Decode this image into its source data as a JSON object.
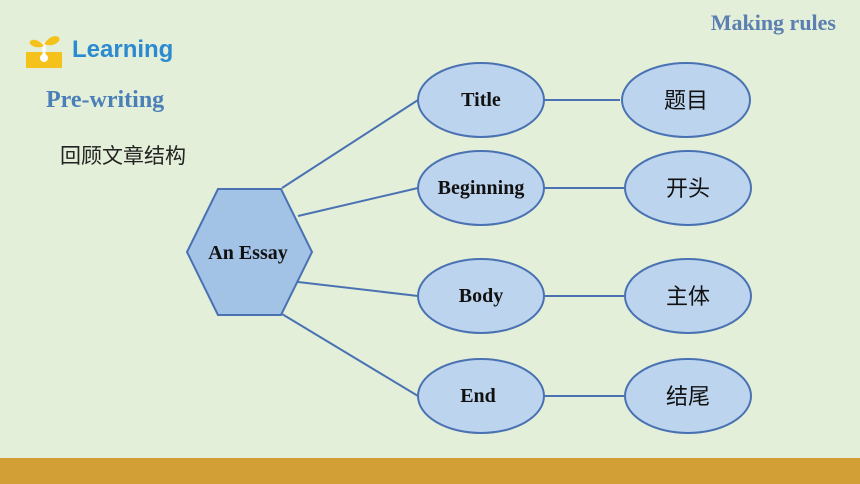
{
  "header": {
    "right_label": "Making rules"
  },
  "badge": {
    "label": "Learning",
    "icon": "sprout-icon"
  },
  "section": {
    "title": "Pre-writing",
    "subtitle": "回顾文章结构"
  },
  "diagram": {
    "center": "An Essay",
    "branches": [
      {
        "en": "Title",
        "cn": "题目"
      },
      {
        "en": "Beginning",
        "cn": "开头"
      },
      {
        "en": "Body",
        "cn": "主体"
      },
      {
        "en": "End",
        "cn": "结尾"
      }
    ]
  },
  "colors": {
    "background": "#e3efd9",
    "node_fill": "#bcd4ee",
    "hexagon_fill": "#a2c2e6",
    "stroke": "#4a72b3",
    "accent_bar": "#d29f37"
  }
}
